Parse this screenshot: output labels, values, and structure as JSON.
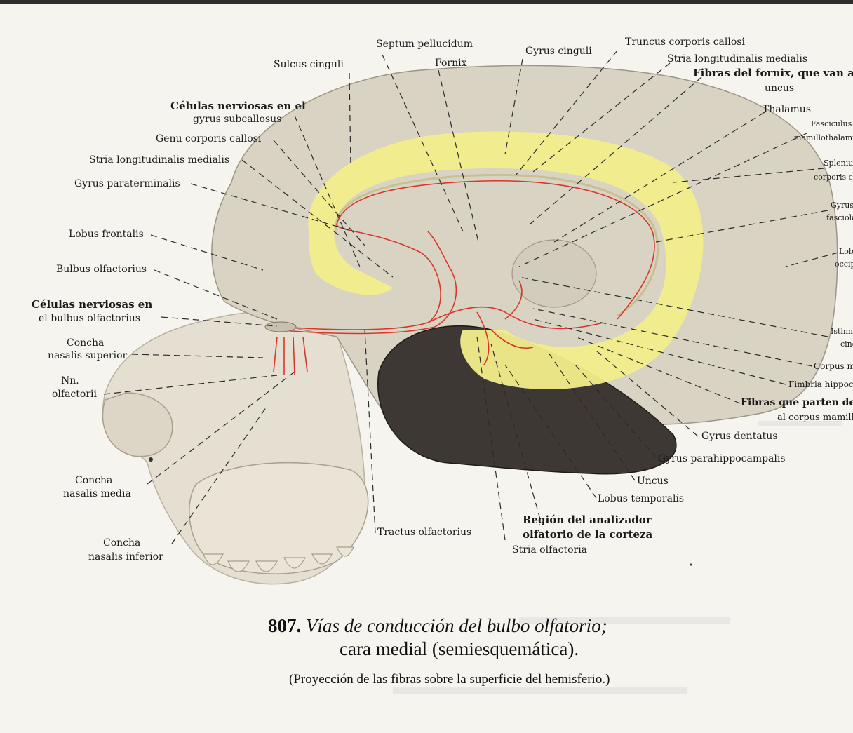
{
  "colors": {
    "page": "#f6f4ef",
    "brain": "#d9d3c3",
    "yellow": "#f2ed8a",
    "pathway": "#d9362b",
    "cerebellum": "#3a3532",
    "skull": "#e6e1d3",
    "leader": "#2b2b2b"
  },
  "labels": {
    "sulcus_cinguli": "Sulcus cinguli",
    "septum_pellucidum": "Septum pellucidum",
    "fornix": "Fornix",
    "gyrus_cinguli": "Gyrus cinguli",
    "truncus_corporis_callosi": "Truncus corporis callosi",
    "stria_long_med_right": "Stria longitudinalis medialis",
    "fibras_fornix_1": "Fibras del fornix, que van al",
    "fibras_fornix_2": "uncus",
    "thalamus": "Thalamus",
    "fasciculus_1": "Fasciculus",
    "fasciculus_2": "mamillothalamicus",
    "splenium_1": "Splenium",
    "splenium_2": "corporis callosi",
    "gyrus_fasciolaris_1": "Gyrus",
    "gyrus_fasciolaris_2": "fasciolaris",
    "lobus_occipitalis_1": "Lobus",
    "lobus_occipitalis_2": "occipitalis",
    "isthmus_1": "Isthmus",
    "isthmus_2": "cinguli",
    "corpus_mamillare": "Corpus mamillare",
    "fimbria": "Fimbria hippocampi",
    "fibras_parten_1": "Fibras que parten del",
    "fibras_parten_2": "al corpus mamillare",
    "gyrus_dentatus": "Gyrus dentatus",
    "gyrus_parahippocampalis": "Gyrus parahippocampalis",
    "uncus": "Uncus",
    "lobus_temporalis": "Lobus temporalis",
    "region_1": "Región del analizador",
    "region_2": "olfatorio de la corteza",
    "stria_olfactoria": "Stria olfactoria",
    "tractus_olfactorius": "Tractus olfactorius",
    "celulas_gyrus_1": "Células nerviosas en el",
    "celulas_gyrus_2": "gyrus subcallosus",
    "genu": "Genu corporis callosi",
    "stria_long_med_left": "Stria longitudinalis medialis",
    "gyrus_paraterminalis": "Gyrus paraterminalis",
    "lobus_frontalis": "Lobus frontalis",
    "bulbus_olfactorius": "Bulbus olfactorius",
    "celulas_bulbus_1": "Células nerviosas en",
    "celulas_bulbus_2": "el bulbus olfactorius",
    "concha_sup_1": "Concha",
    "concha_sup_2": "nasalis superior",
    "nn_olfactorii_1": "Nn.",
    "nn_olfactorii_2": "olfactorii",
    "concha_media_1": "Concha",
    "concha_media_2": "nasalis media",
    "concha_inf_1": "Concha",
    "concha_inf_2": "nasalis inferior"
  },
  "caption": {
    "number": "807.",
    "title_1": "Vías de conducción del bulbo olfatorio;",
    "title_2": "cara medial (semiesquemática).",
    "subtitle": "(Proyección de las fibras sobre la superficie del hemisferio.)"
  }
}
